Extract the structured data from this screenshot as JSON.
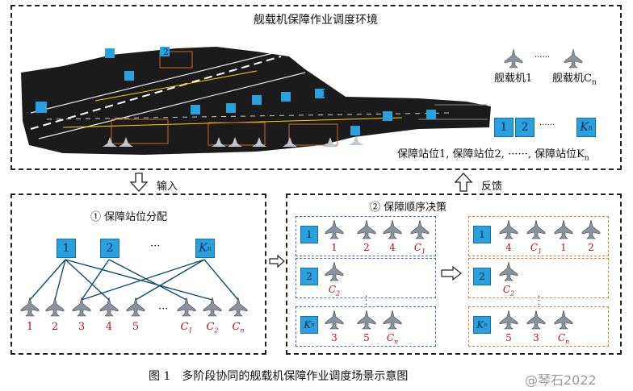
{
  "env": {
    "title": "舰载机保障作业调度环境",
    "deck_stations": [
      "1",
      "2",
      "1"
    ],
    "aircraft_label_1": "舰载机1",
    "aircraft_label_n": "舰载机C",
    "aircraft_sub_n": "n",
    "dots": "······",
    "legend_squares": [
      "1",
      "2",
      "K"
    ],
    "legend_k_sub": "n",
    "stations_text": "保障站位1, 保障站位2, ······, 保障站位K",
    "stations_sub": "n"
  },
  "arrows": {
    "input": "输入",
    "feedback": "反馈"
  },
  "panel1": {
    "title": "① 保障站位分配",
    "stations": [
      "1",
      "2",
      "K"
    ],
    "station_k_sub": "n",
    "dots": "···",
    "aircraft": [
      "1",
      "2",
      "3",
      "4",
      "5",
      "C",
      "C",
      "C"
    ],
    "aircraft_subs": [
      "",
      "",
      "",
      "",
      "",
      "1",
      "2",
      "n"
    ],
    "aircraft_dots": "···"
  },
  "panel2": {
    "title": "② 保障顺序决策",
    "left_rows": [
      {
        "station": "1",
        "station_sub": "",
        "labels": [
          "1",
          "2",
          "4",
          "C"
        ],
        "subs": [
          "",
          "",
          "",
          "1"
        ]
      },
      {
        "station": "2",
        "station_sub": "",
        "labels": [
          "C"
        ],
        "subs": [
          "2"
        ]
      },
      {
        "station": "K",
        "station_sub": "n",
        "labels": [
          "3",
          "5",
          "C"
        ],
        "subs": [
          "",
          "",
          "n"
        ]
      }
    ],
    "right_rows": [
      {
        "station": "1",
        "station_sub": "",
        "labels": [
          "4",
          "C",
          "1",
          "2"
        ],
        "subs": [
          "",
          "1",
          "",
          ""
        ]
      },
      {
        "station": "2",
        "station_sub": "",
        "labels": [
          "C"
        ],
        "subs": [
          "2"
        ]
      },
      {
        "station": "K",
        "station_sub": "n",
        "labels": [
          "5",
          "3",
          "C"
        ],
        "subs": [
          "",
          "",
          "n"
        ]
      }
    ]
  },
  "caption": "图 1　多阶段协同的舰载机保障作业调度场景示意图",
  "watermark": "@琴石2022",
  "colors": {
    "station_blue": "#2aa0dc",
    "label_red": "#b3121c",
    "deck": "#1b1b1b",
    "row_blue": "#4a6fa5",
    "row_orange": "#c98a3e"
  }
}
